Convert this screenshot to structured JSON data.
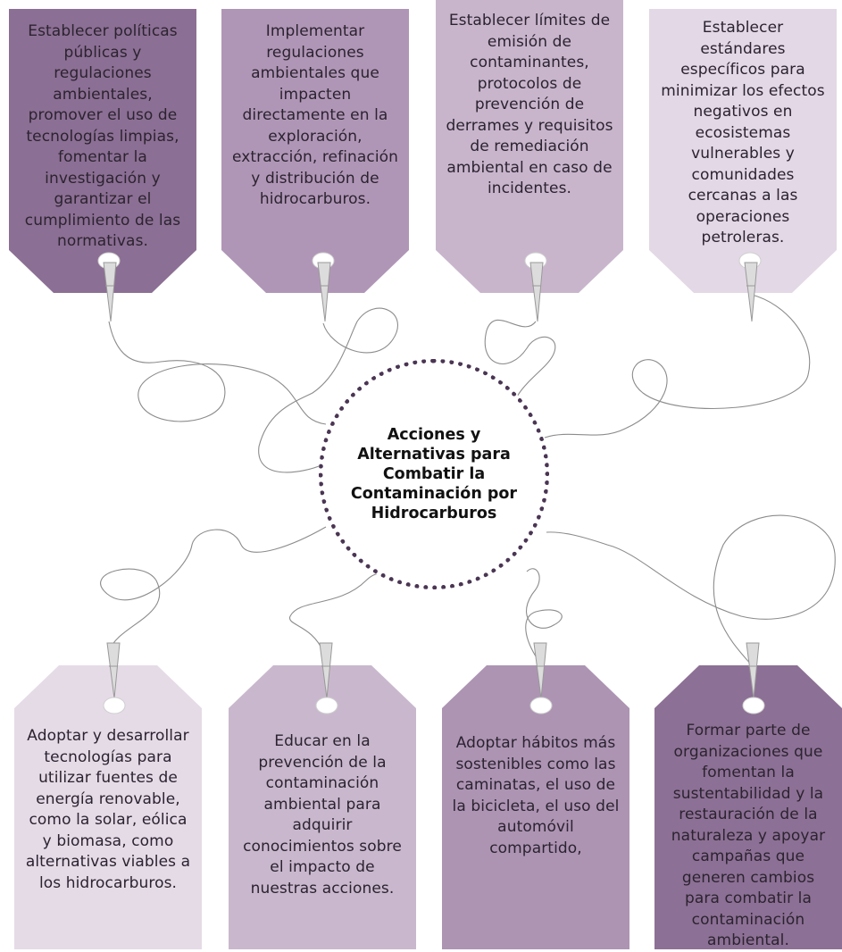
{
  "center": {
    "title": "Acciones y Alternativas para Combatir la Contaminación por Hidrocarburos",
    "border_color": "#4a3553"
  },
  "top_tags": [
    {
      "text": "Establecer políticas públicas y regulaciones ambientales, promover el uso de tecnologías limpias, fomentar la investigación y garantizar el cumplimiento de las normativas.",
      "color": "#8c6f94"
    },
    {
      "text": "Implementar regulaciones ambientales que impacten directamente en la exploración, extracción, refinación y distribución de hidrocarburos.",
      "color": "#b096b6"
    },
    {
      "text": "Establecer límites de emisión de contaminantes, protocolos de prevención de derrames y requisitos de remediación ambiental en caso de incidentes.",
      "color": "#c8b5cc"
    },
    {
      "text": "Establecer estándares específicos para minimizar los efectos negativos en ecosistemas vulnerables y comunidades cercanas a las operaciones petroleras.",
      "color": "#e3d8e5"
    }
  ],
  "bottom_tags": [
    {
      "text": "Adoptar y desarrollar tecnologías para utilizar fuentes de energía renovable, como la solar, eólica y biomasa, como alternativas viables a los hidrocarburos.",
      "color": "#e5dbe7"
    },
    {
      "text": "Educar en la prevención de la contaminación ambiental para adquirir conocimientos sobre el impacto de nuestras acciones.",
      "color": "#c9b8cd"
    },
    {
      "text": "Adoptar hábitos más sostenibles como las caminatas, el uso de la bicicleta, el uso del automóvil compartido,",
      "color": "#ad94b3"
    },
    {
      "text": "Formar parte de organizaciones que fomentan la sustentabilidad y la restauración de la naturaleza y apoyar campañas que generen cambios para combatir la contaminación ambiental.",
      "color": "#8d7095"
    }
  ],
  "string_color": "#8c8c8c",
  "icons": {
    "clip": "clothespin-icon",
    "hole": "tag-hole-icon"
  }
}
